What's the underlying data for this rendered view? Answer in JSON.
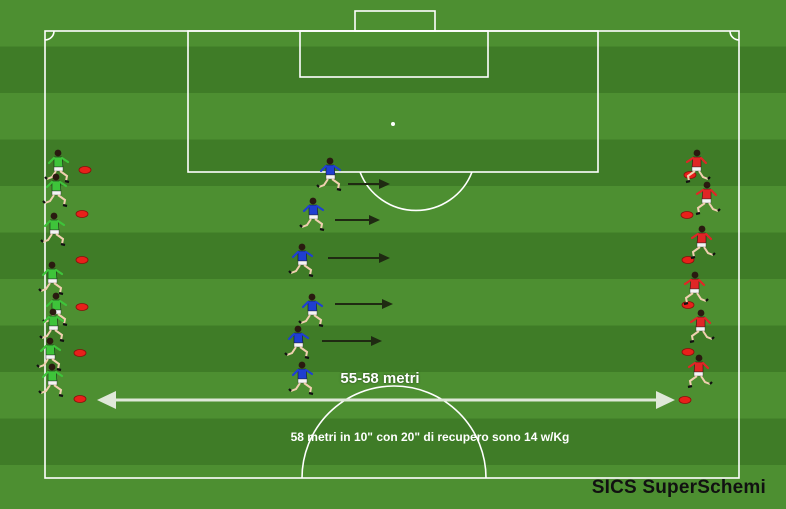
{
  "distance_label": "55-58 metri",
  "note": "58 metri in 10\" con 20\" di recupero sono 14 w/Kg",
  "brand": "SICS SuperSchemi",
  "colors": {
    "grass_light": "#4d8f31",
    "grass_dark": "#3f7c27",
    "lines": "#ffffff",
    "team_green": "#3ec43a",
    "team_blue": "#1f3fd1",
    "team_red": "#e02626",
    "cone": "#e8201a",
    "arrow": "#1f2a12"
  },
  "groups": [
    {
      "name": "green-group",
      "count": 8
    },
    {
      "name": "blue-group",
      "count": 6
    },
    {
      "name": "red-group",
      "count": 6
    }
  ]
}
